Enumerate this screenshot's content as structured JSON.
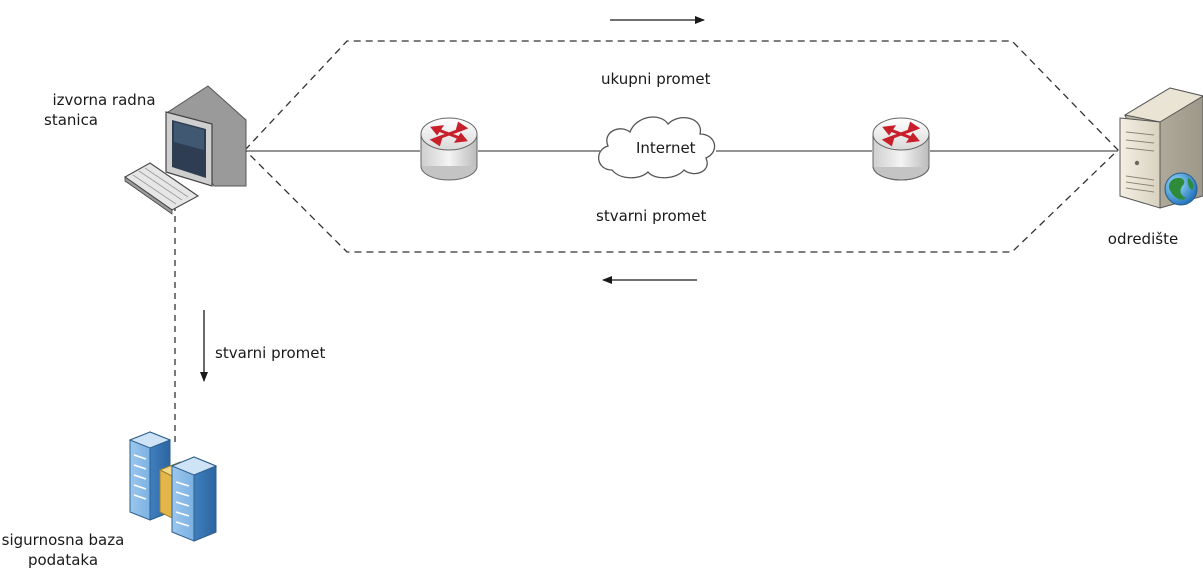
{
  "labels": {
    "workstation": [
      "izvorna radna",
      "stanica"
    ],
    "destination": "odredište",
    "database": [
      "sigurnosna baza",
      "podataka"
    ],
    "total_traffic": "ukupni promet",
    "actual_traffic": "stvarni promet",
    "actual_traffic_backup": "stvarni promet",
    "internet": "Internet"
  },
  "icons": {
    "workstation": "workstation-icon",
    "router_left": "router-icon",
    "router_right": "router-icon",
    "cloud": "cloud-icon",
    "server": "server-globe-icon",
    "database": "database-servers-icon"
  },
  "colors": {
    "router_arrows": "#c8202a",
    "server_globe": "#2e8b3a",
    "database_blue": "#5a9bd5",
    "database_accent": "#e3b64a"
  }
}
